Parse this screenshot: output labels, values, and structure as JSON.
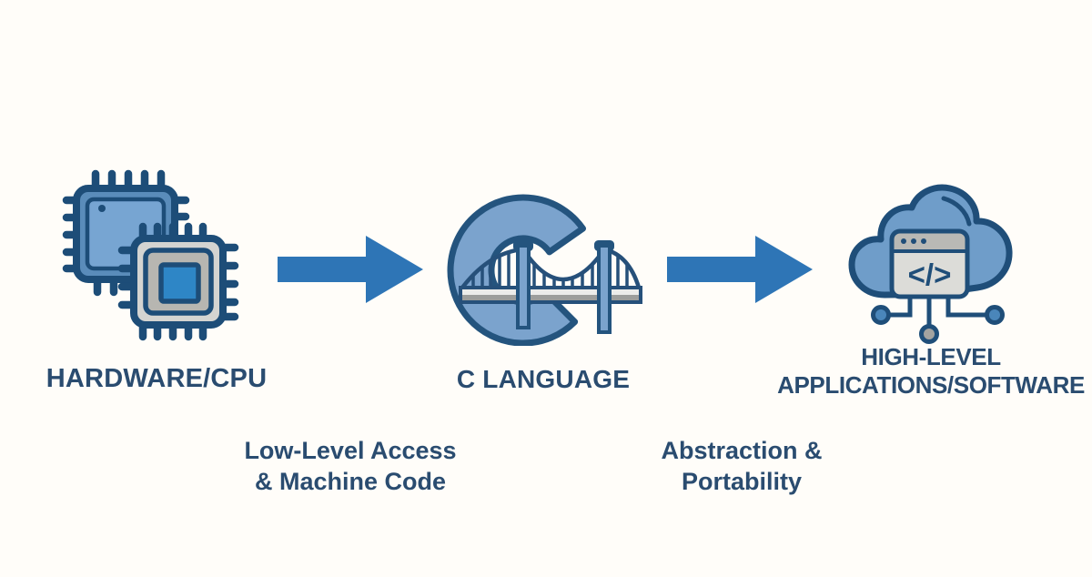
{
  "diagram": {
    "description_colors": {
      "background": "#fffdf9",
      "arrow_blue": "#2e75b6",
      "dark_outline": "#1f4e79",
      "text_dark_blue": "#2a4c70",
      "c_letter_fill": "#7ba3cd",
      "cloud_fill": "#6f9dc9",
      "chip_blue": "#5a8cba",
      "chip_gray": "#d4d4d1",
      "core_blue": "#2e86c6"
    },
    "nodes": [
      {
        "id": "hardware-cpu",
        "icon": "cpu-chips-icon",
        "label": "HARDWARE/CPU"
      },
      {
        "id": "c-language",
        "icon": "c-bridge-icon",
        "label": "C LANGUAGE"
      },
      {
        "id": "high-level-apps",
        "icon": "cloud-code-icon",
        "label_line1": "HIGH-LEVEL",
        "label_line2": "APPLICATIONS/SOFTWARE",
        "icon_glyph": "</>"
      }
    ],
    "edges": [
      {
        "from": "hardware-cpu",
        "to": "c-language",
        "icon": "right-arrow-icon",
        "label_line1": "Low-Level Access",
        "label_line2": "& Machine Code"
      },
      {
        "from": "c-language",
        "to": "high-level-apps",
        "icon": "right-arrow-icon",
        "label_line1": "Abstraction &",
        "label_line2": "Portability"
      }
    ]
  }
}
